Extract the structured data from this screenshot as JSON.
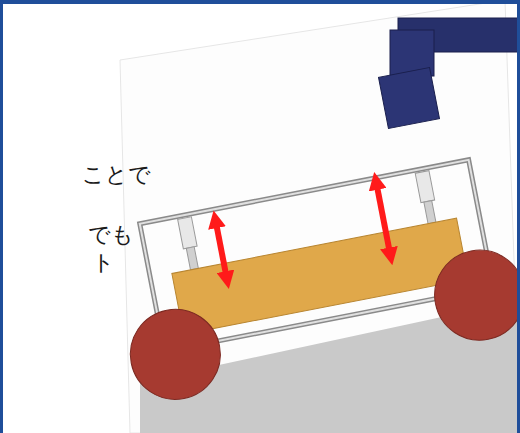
{
  "diagram": {
    "labels": [
      "ことで",
      "でも",
      "ト"
    ]
  }
}
